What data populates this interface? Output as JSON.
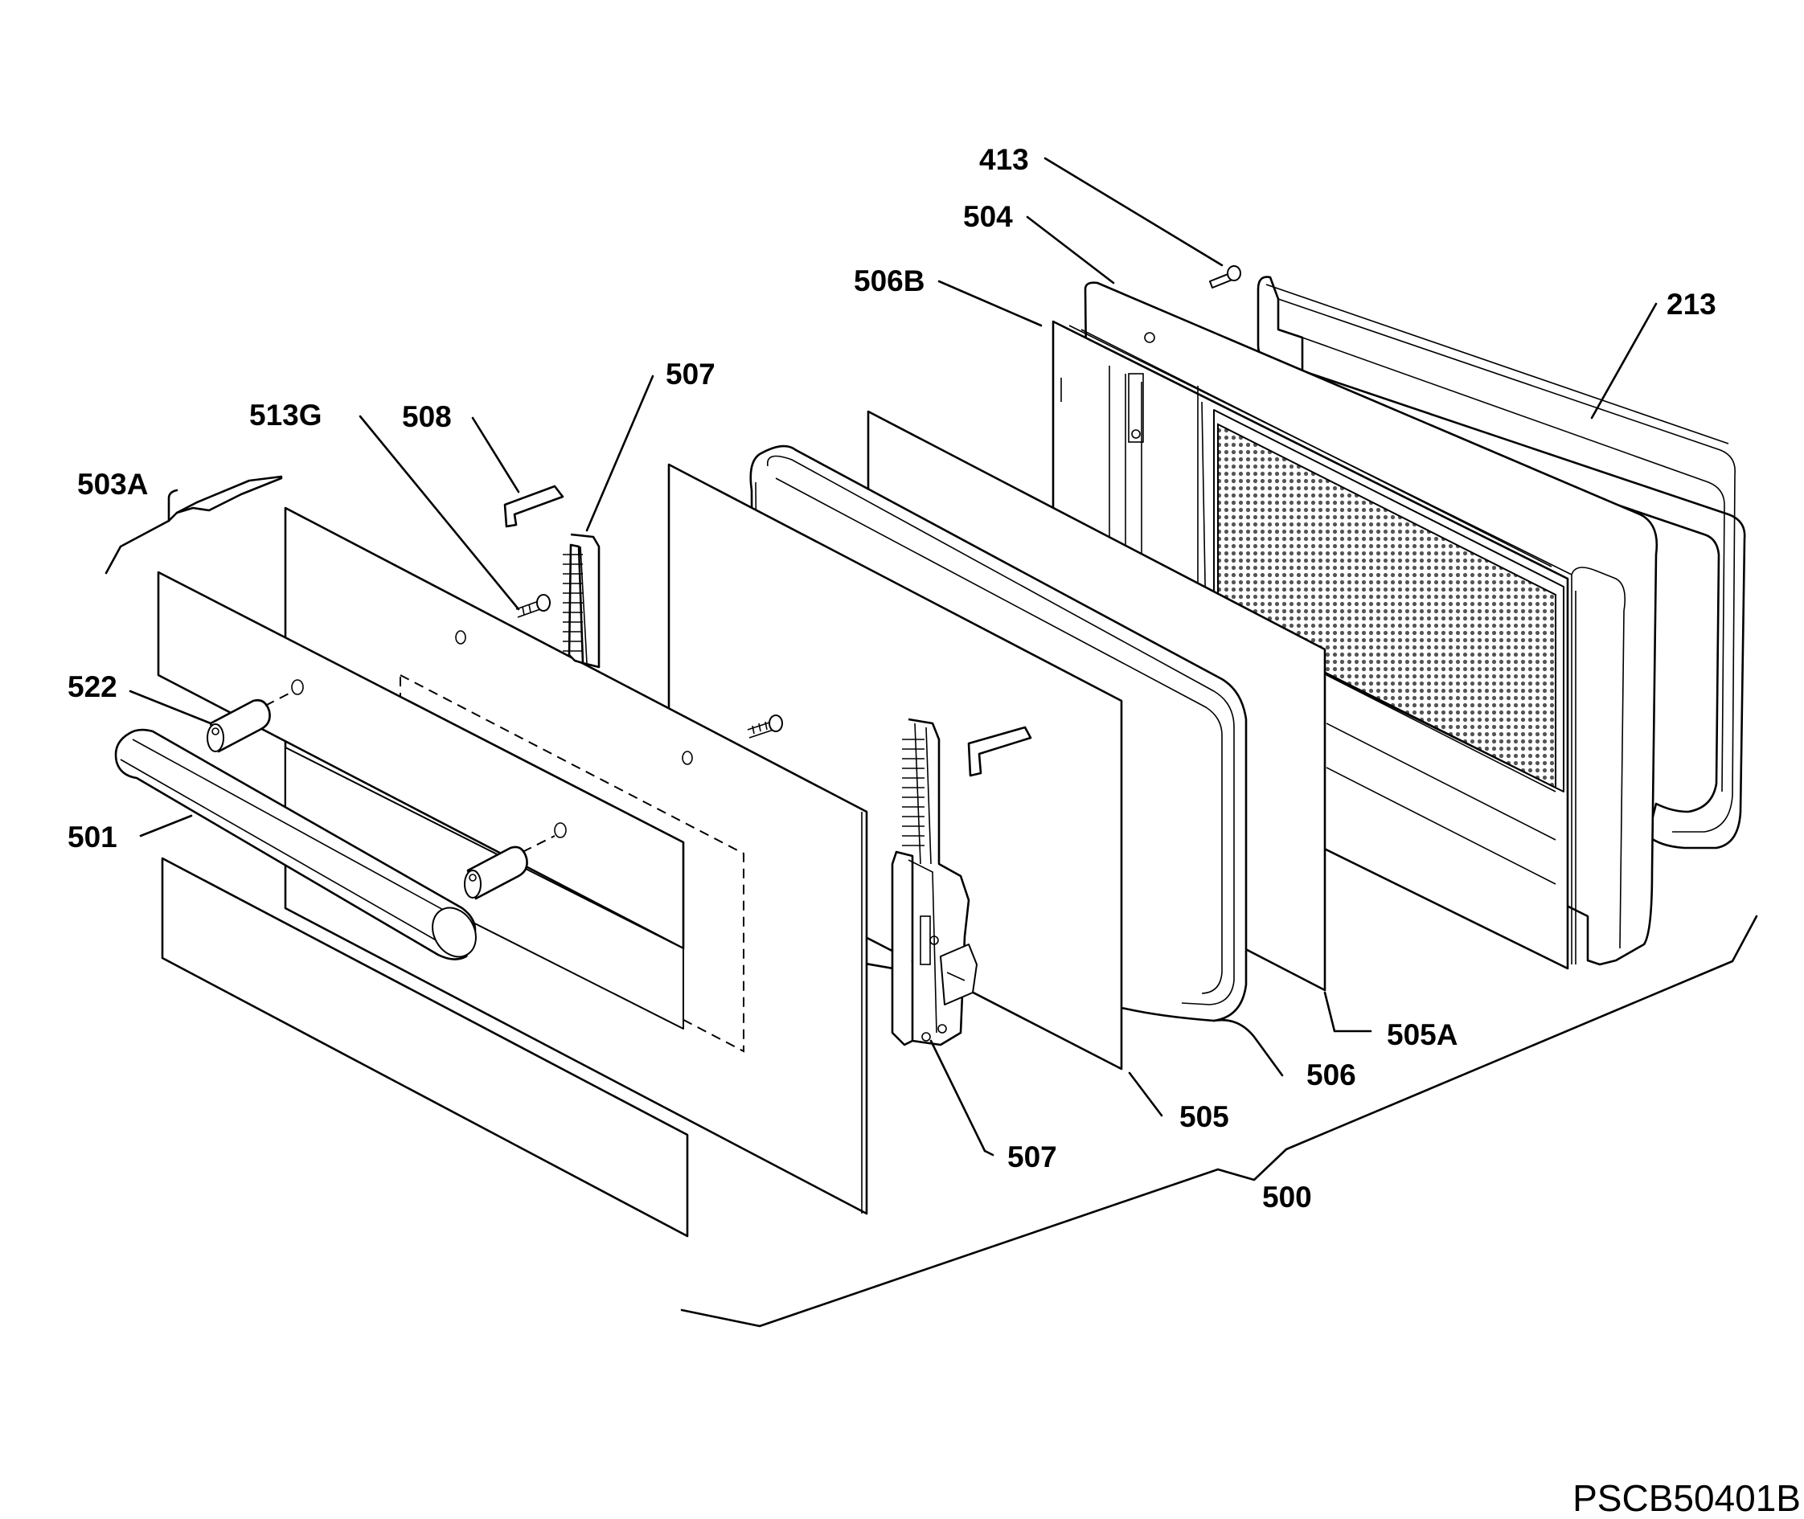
{
  "diagram": {
    "labels": {
      "l413": "413",
      "l504": "504",
      "l506B": "506B",
      "l213": "213",
      "l507a": "507",
      "l513G": "513G",
      "l508": "508",
      "l503A": "503A",
      "l522": "522",
      "l501": "501",
      "l505A": "505A",
      "l506": "506",
      "l505": "505",
      "l507b": "507",
      "l500": "500"
    },
    "reference_code": "PSCB50401B"
  }
}
